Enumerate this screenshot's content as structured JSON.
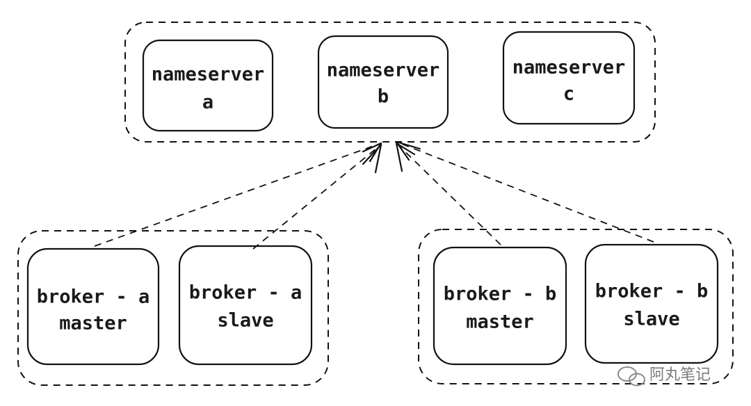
{
  "groups": {
    "nameservers": {
      "nodes": [
        {
          "line1": "nameserver",
          "line2": "a"
        },
        {
          "line1": "nameserver",
          "line2": "b"
        },
        {
          "line1": "nameserver",
          "line2": "c"
        }
      ]
    },
    "broker_a": {
      "nodes": [
        {
          "line1": "broker - a",
          "line2": "master"
        },
        {
          "line1": "broker - a",
          "line2": "slave"
        }
      ]
    },
    "broker_b": {
      "nodes": [
        {
          "line1": "broker - b",
          "line2": "master"
        },
        {
          "line1": "broker - b",
          "line2": "slave"
        }
      ]
    }
  },
  "watermark": {
    "text": "阿丸笔记",
    "icon": "wechat-icon"
  }
}
